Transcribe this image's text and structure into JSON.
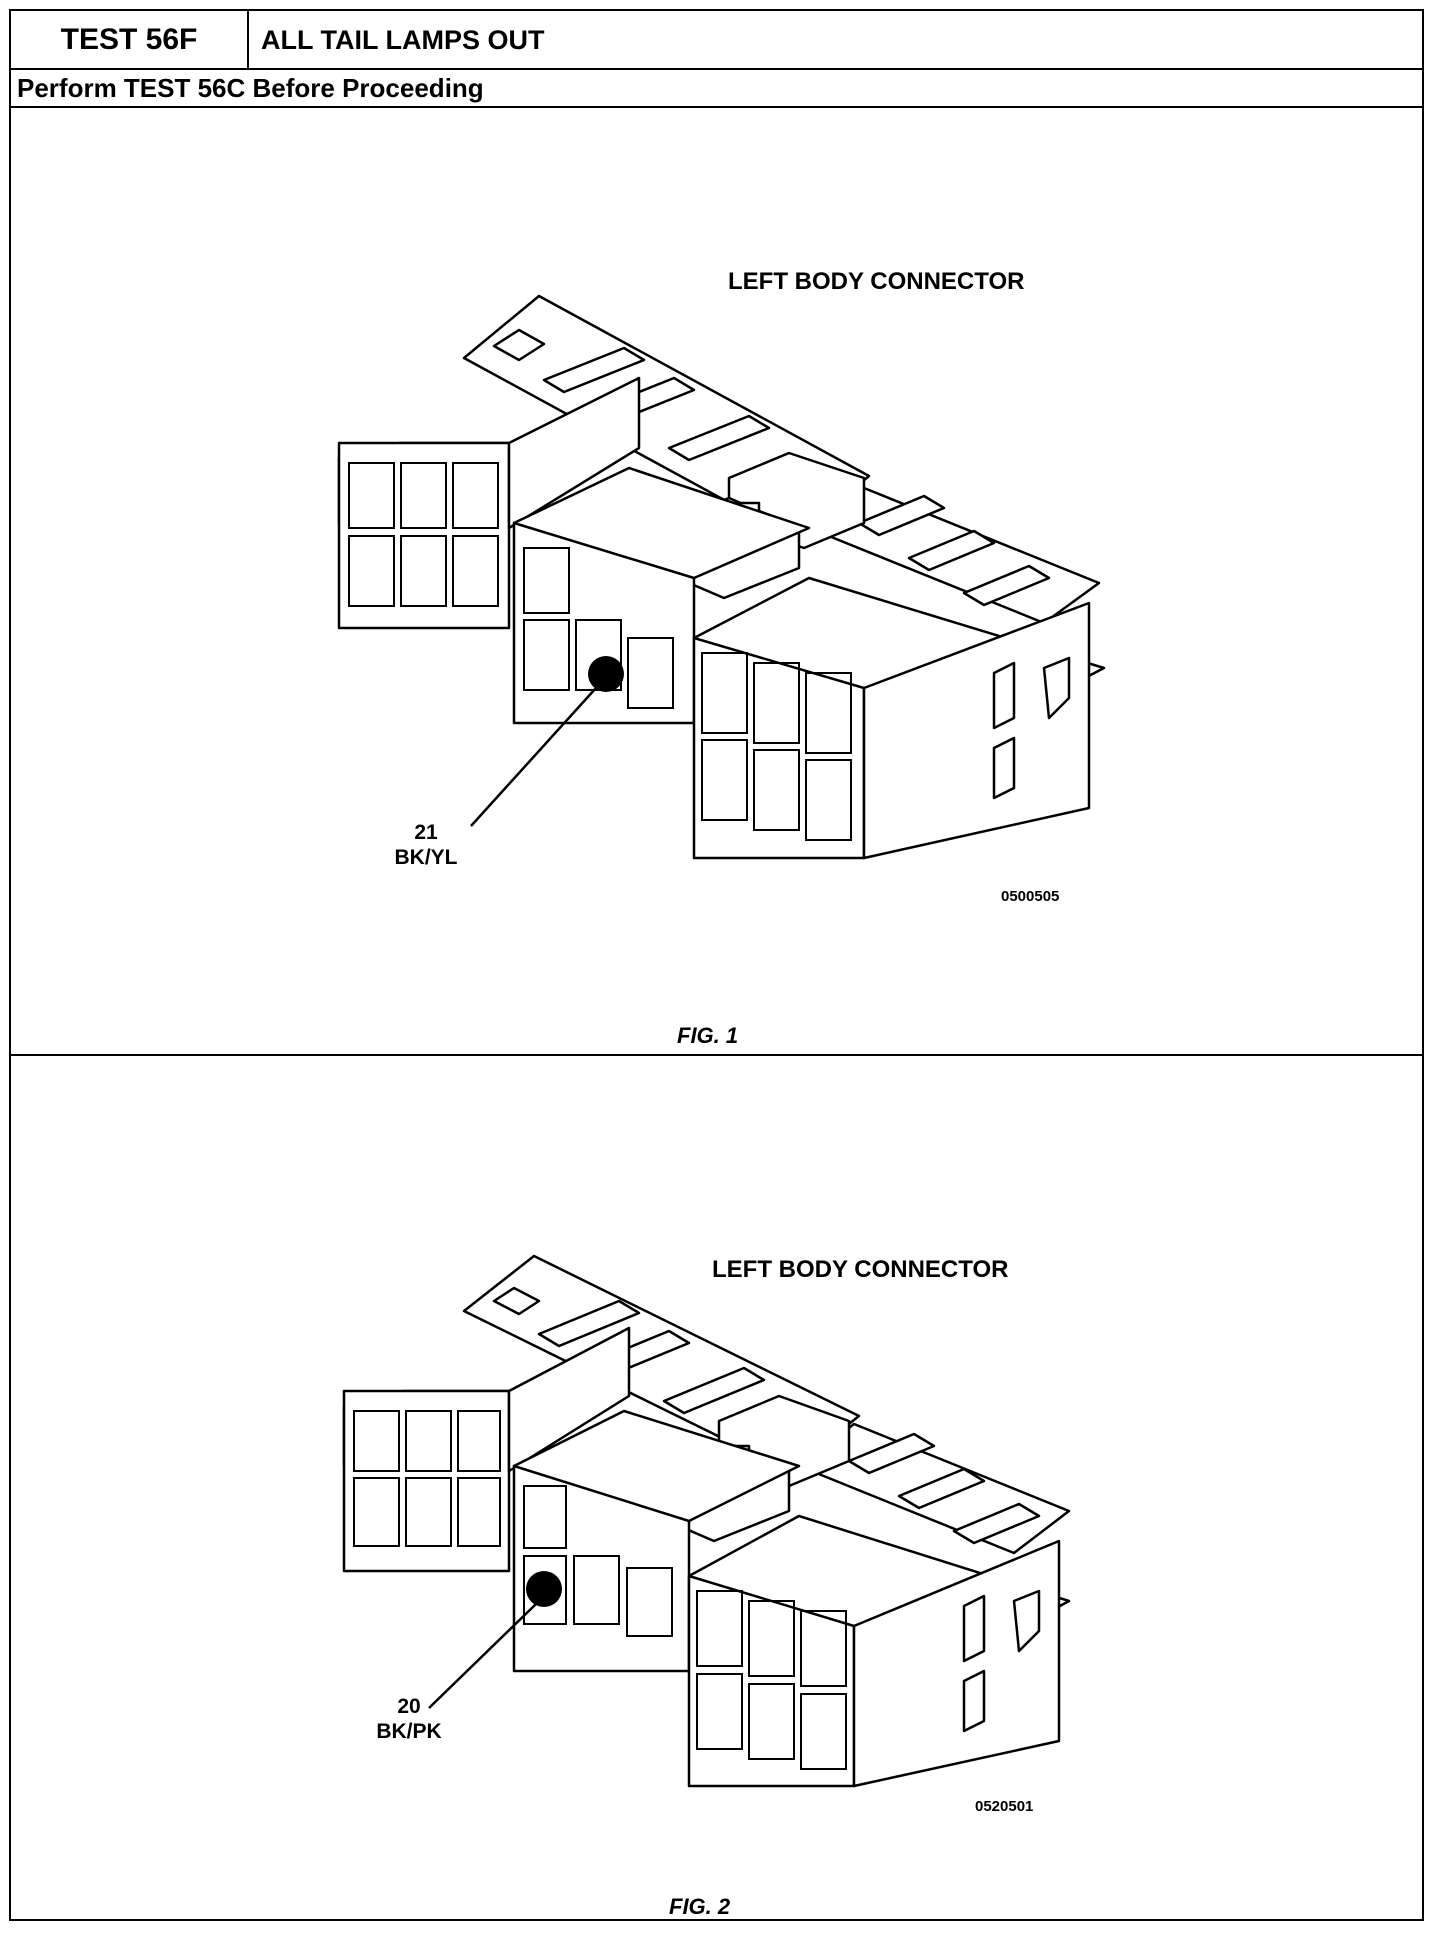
{
  "header": {
    "test_id": "TEST 56F",
    "test_title": "ALL TAIL LAMPS OUT",
    "subtitle": "Perform TEST 56C Before Proceeding"
  },
  "figures": [
    {
      "connector_label": "LEFT BODY CONNECTOR",
      "pin_number": "21",
      "wire_color": "BK/YL",
      "image_code": "0500505",
      "caption": "FIG. 1"
    },
    {
      "connector_label": "LEFT BODY CONNECTOR",
      "pin_number": "20",
      "wire_color": "BK/PK",
      "image_code": "0520501",
      "caption": "FIG. 2"
    }
  ]
}
